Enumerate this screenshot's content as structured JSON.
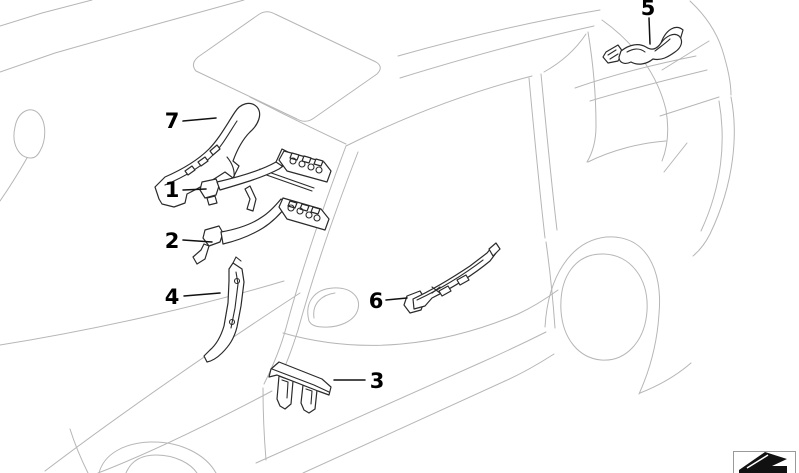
{
  "diagram": {
    "kind": "vehicle-parts-line-drawing",
    "background": "#ffffff",
    "colors": {
      "car_outline": "#b6b6b6",
      "part_stroke": "#2b2b2b",
      "callout_label": "#000000"
    },
    "callouts": [
      {
        "number": "1"
      },
      {
        "number": "2"
      },
      {
        "number": "3"
      },
      {
        "number": "4"
      },
      {
        "number": "5"
      },
      {
        "number": "6"
      },
      {
        "number": "7"
      }
    ]
  },
  "watermark": {
    "icon": "zigzag-ribbon-logo"
  }
}
